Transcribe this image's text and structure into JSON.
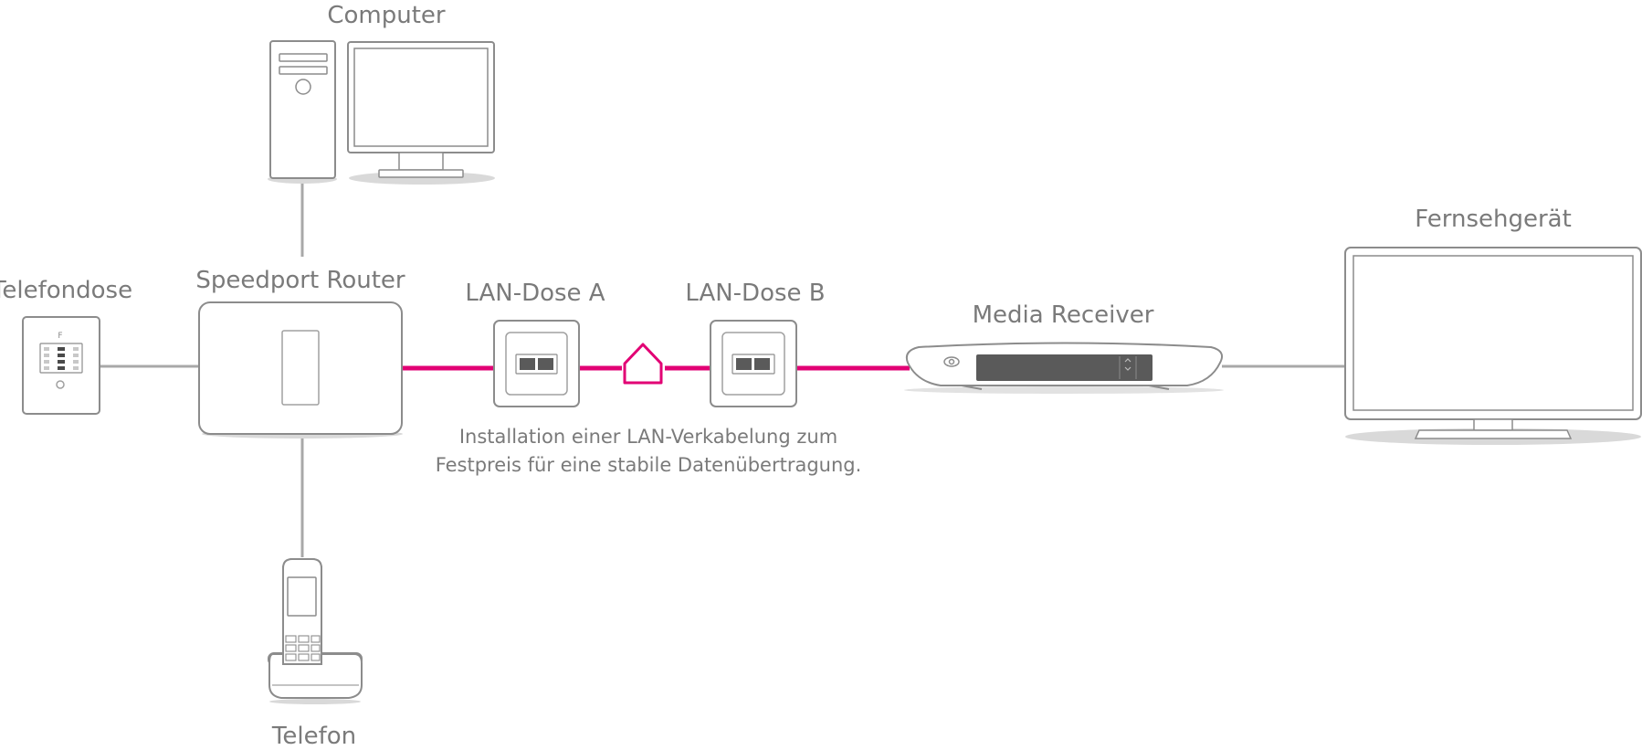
{
  "labels": {
    "computer": "Computer",
    "telefondose": "Telefondose",
    "router": "Speedport Router",
    "lan_a": "LAN-Dose A",
    "lan_b": "LAN-Dose B",
    "media_receiver": "Media Receiver",
    "tv": "Fernsehgerät",
    "telefon": "Telefon"
  },
  "caption": {
    "line1": "Installation einer LAN-Verkabelung zum",
    "line2": "Festpreis für eine stabile Datenübertragung."
  },
  "socket_marker": "F",
  "colors": {
    "accent": "#e20074",
    "line_gray": "#a8a8a8",
    "outline": "#8c8c8c",
    "text": "#7a7a7a",
    "shadow": "#d9d9d9"
  },
  "icons": {
    "house": "house-icon",
    "power": "power-icon"
  }
}
